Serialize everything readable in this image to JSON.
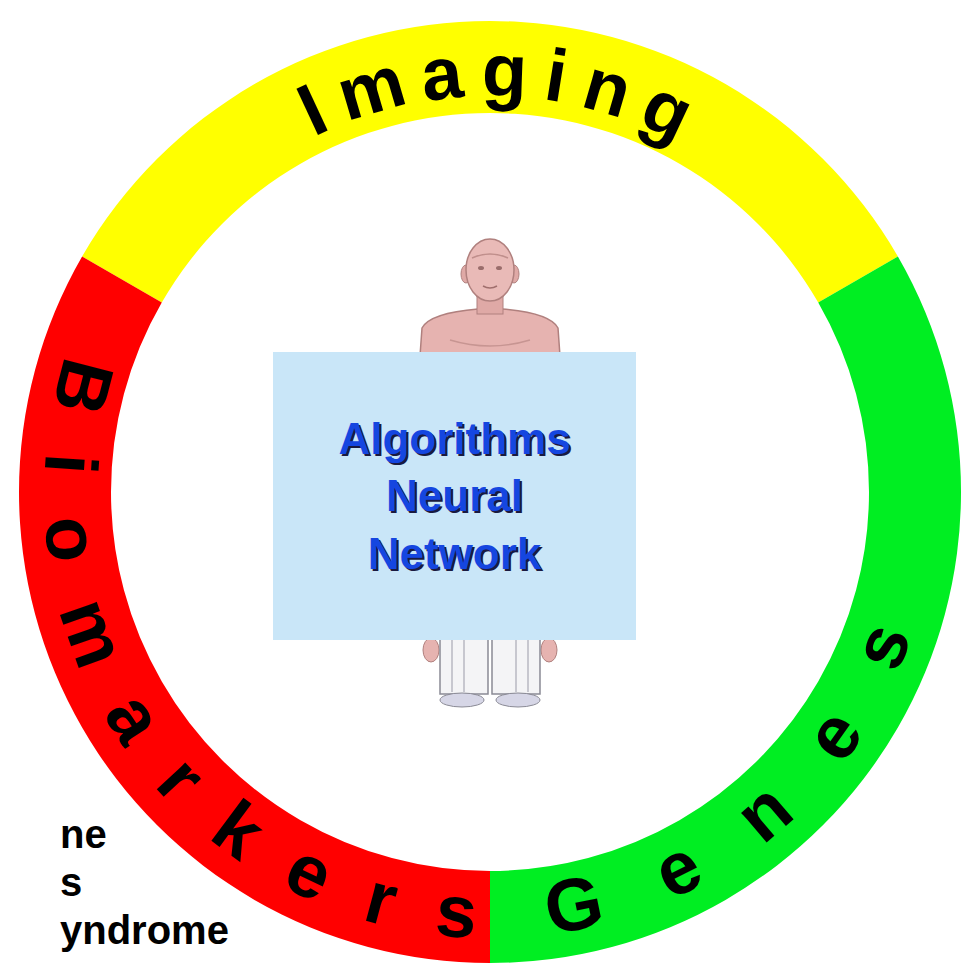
{
  "diagram": {
    "nodes": [
      {
        "text": [
          "Imaging"
        ]
      },
      {
        "text": [
          "Biomarkers"
        ]
      },
      {
        "text": [
          "Genes"
        ]
      },
      {
        "text": [
          "Algorithms Neural Network"
        ]
      }
    ],
    "labels": [
      "ne",
      "s",
      "yndrome"
    ]
  }
}
